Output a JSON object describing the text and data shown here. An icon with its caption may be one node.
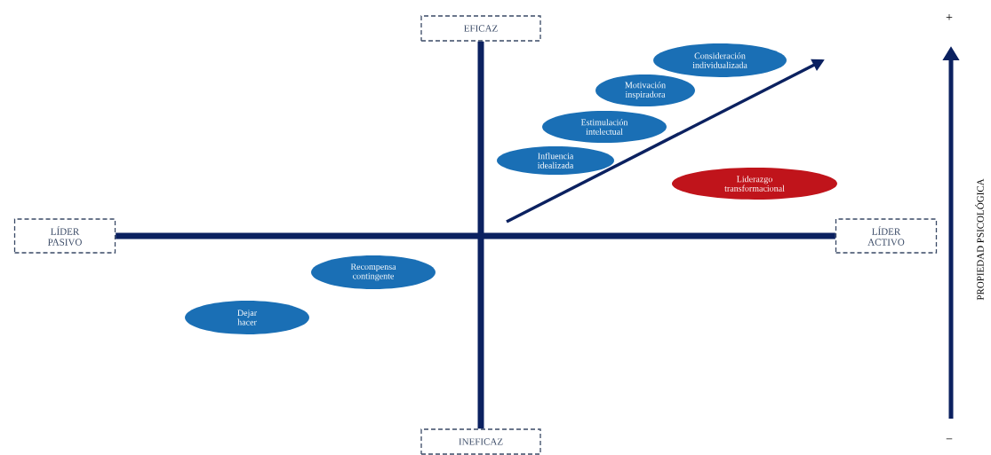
{
  "diagram": {
    "nodes": [
      {
        "text": [
          "EFICAZ"
        ]
      },
      {
        "text": [
          "Consideración individualizada"
        ]
      },
      {
        "text": [
          "Motivación inspiradora"
        ]
      },
      {
        "text": [
          "Estimulación intelectual"
        ]
      },
      {
        "text": [
          "Influencia idealizada"
        ]
      },
      {
        "text": [
          "Liderazgo transformacional"
        ]
      },
      {
        "text": [
          "LÍDER PASIVO"
        ]
      },
      {
        "text": [
          "LÍDER ACTIVO"
        ]
      },
      {
        "text": [
          "Recompensa contingente"
        ]
      },
      {
        "text": [
          "Dejar hacer"
        ]
      },
      {
        "text": [
          "INEFICAZ"
        ]
      }
    ],
    "edges": [
      {
        "from": 0,
        "to": 10,
        "arrow": "none"
      },
      {
        "from": 6,
        "to": 7,
        "arrow": "none"
      }
    ],
    "labels": [
      "+",
      "PROPIEDAD PSICOLÓGICA",
      "−"
    ]
  }
}
